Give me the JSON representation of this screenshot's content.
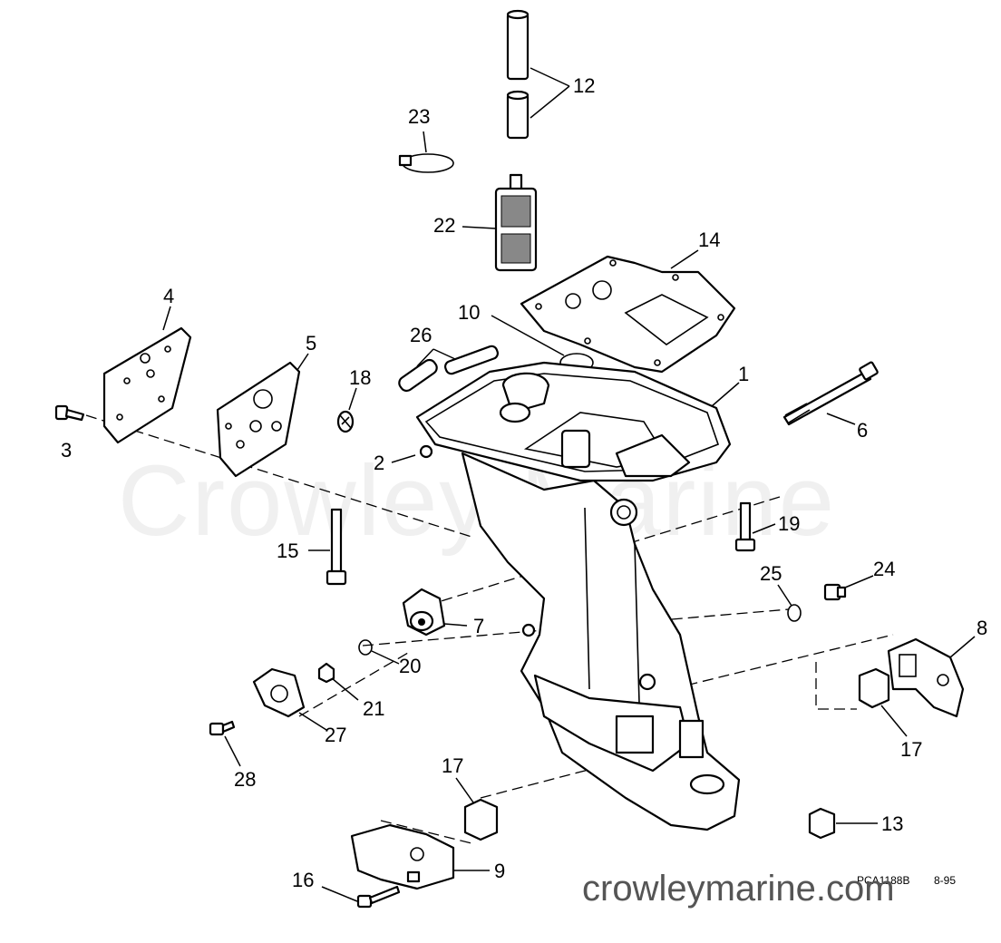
{
  "watermark": "Crowley Marine",
  "site": "crowleymarine.com",
  "diagram_code": "PCA1188B",
  "diagram_date": "8-95",
  "callouts": {
    "c1": "1",
    "c2": "2",
    "c3": "3",
    "c4": "4",
    "c5": "5",
    "c6": "6",
    "c7": "7",
    "c8": "8",
    "c9": "9",
    "c10": "10",
    "c12": "12",
    "c13": "13",
    "c14": "14",
    "c15": "15",
    "c16": "16",
    "c17a": "17",
    "c17b": "17",
    "c18": "18",
    "c19": "19",
    "c20": "20",
    "c21": "21",
    "c22": "22",
    "c23": "23",
    "c24": "24",
    "c25": "25",
    "c26": "26",
    "c27": "27",
    "c28": "28"
  }
}
